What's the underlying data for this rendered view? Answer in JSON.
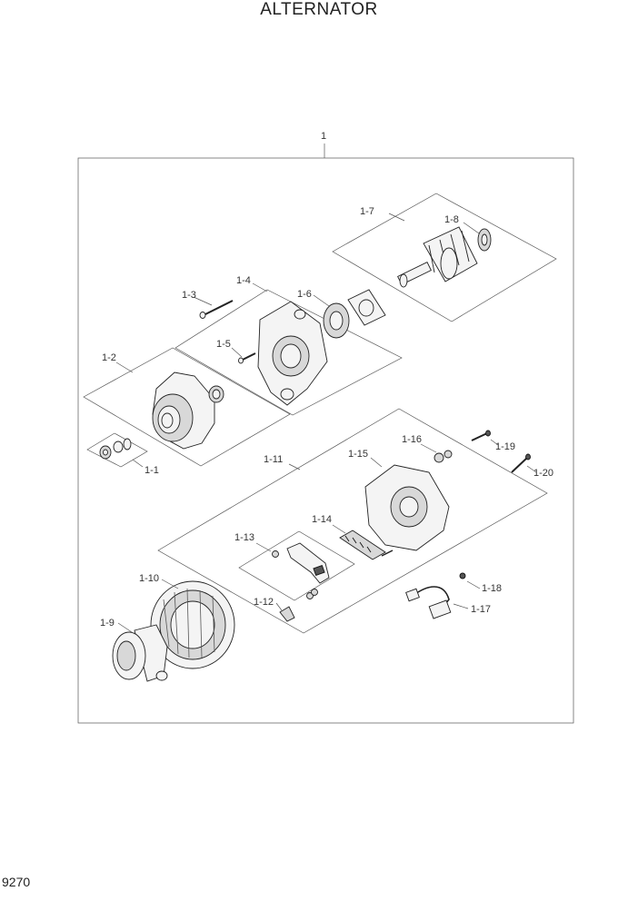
{
  "title": "ALTERNATOR",
  "page_number": "9270",
  "callouts": {
    "assembly": "1",
    "c1_1": "1-1",
    "c1_2": "1-2",
    "c1_3": "1-3",
    "c1_4": "1-4",
    "c1_5": "1-5",
    "c1_6": "1-6",
    "c1_7": "1-7",
    "c1_8": "1-8",
    "c1_9": "1-9",
    "c1_10": "1-10",
    "c1_11": "1-11",
    "c1_12": "1-12",
    "c1_13": "1-13",
    "c1_14": "1-14",
    "c1_15": "1-15",
    "c1_16": "1-16",
    "c1_17": "1-17",
    "c1_18": "1-18",
    "c1_19": "1-19",
    "c1_20": "1-20"
  }
}
